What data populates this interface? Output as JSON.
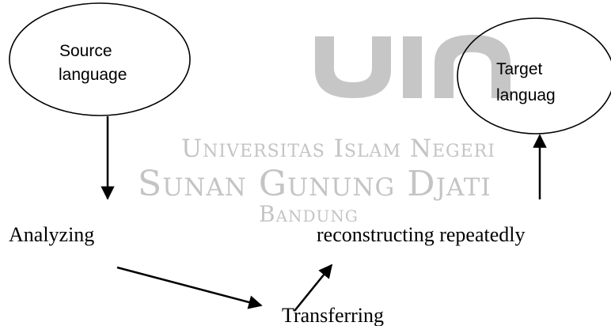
{
  "watermark": {
    "logo_text": "uin",
    "line1": "Universitas Islam Negeri",
    "line2": "Sunan Gunung Djati",
    "line3": "Bandung"
  },
  "nodes": {
    "source_line1": "Source",
    "source_line2": "language",
    "target_line1": "Target",
    "target_line2": "languag",
    "analyzing": "Analyzing",
    "transferring": "Transferring",
    "reconstructing": "reconstructing repeatedly"
  }
}
